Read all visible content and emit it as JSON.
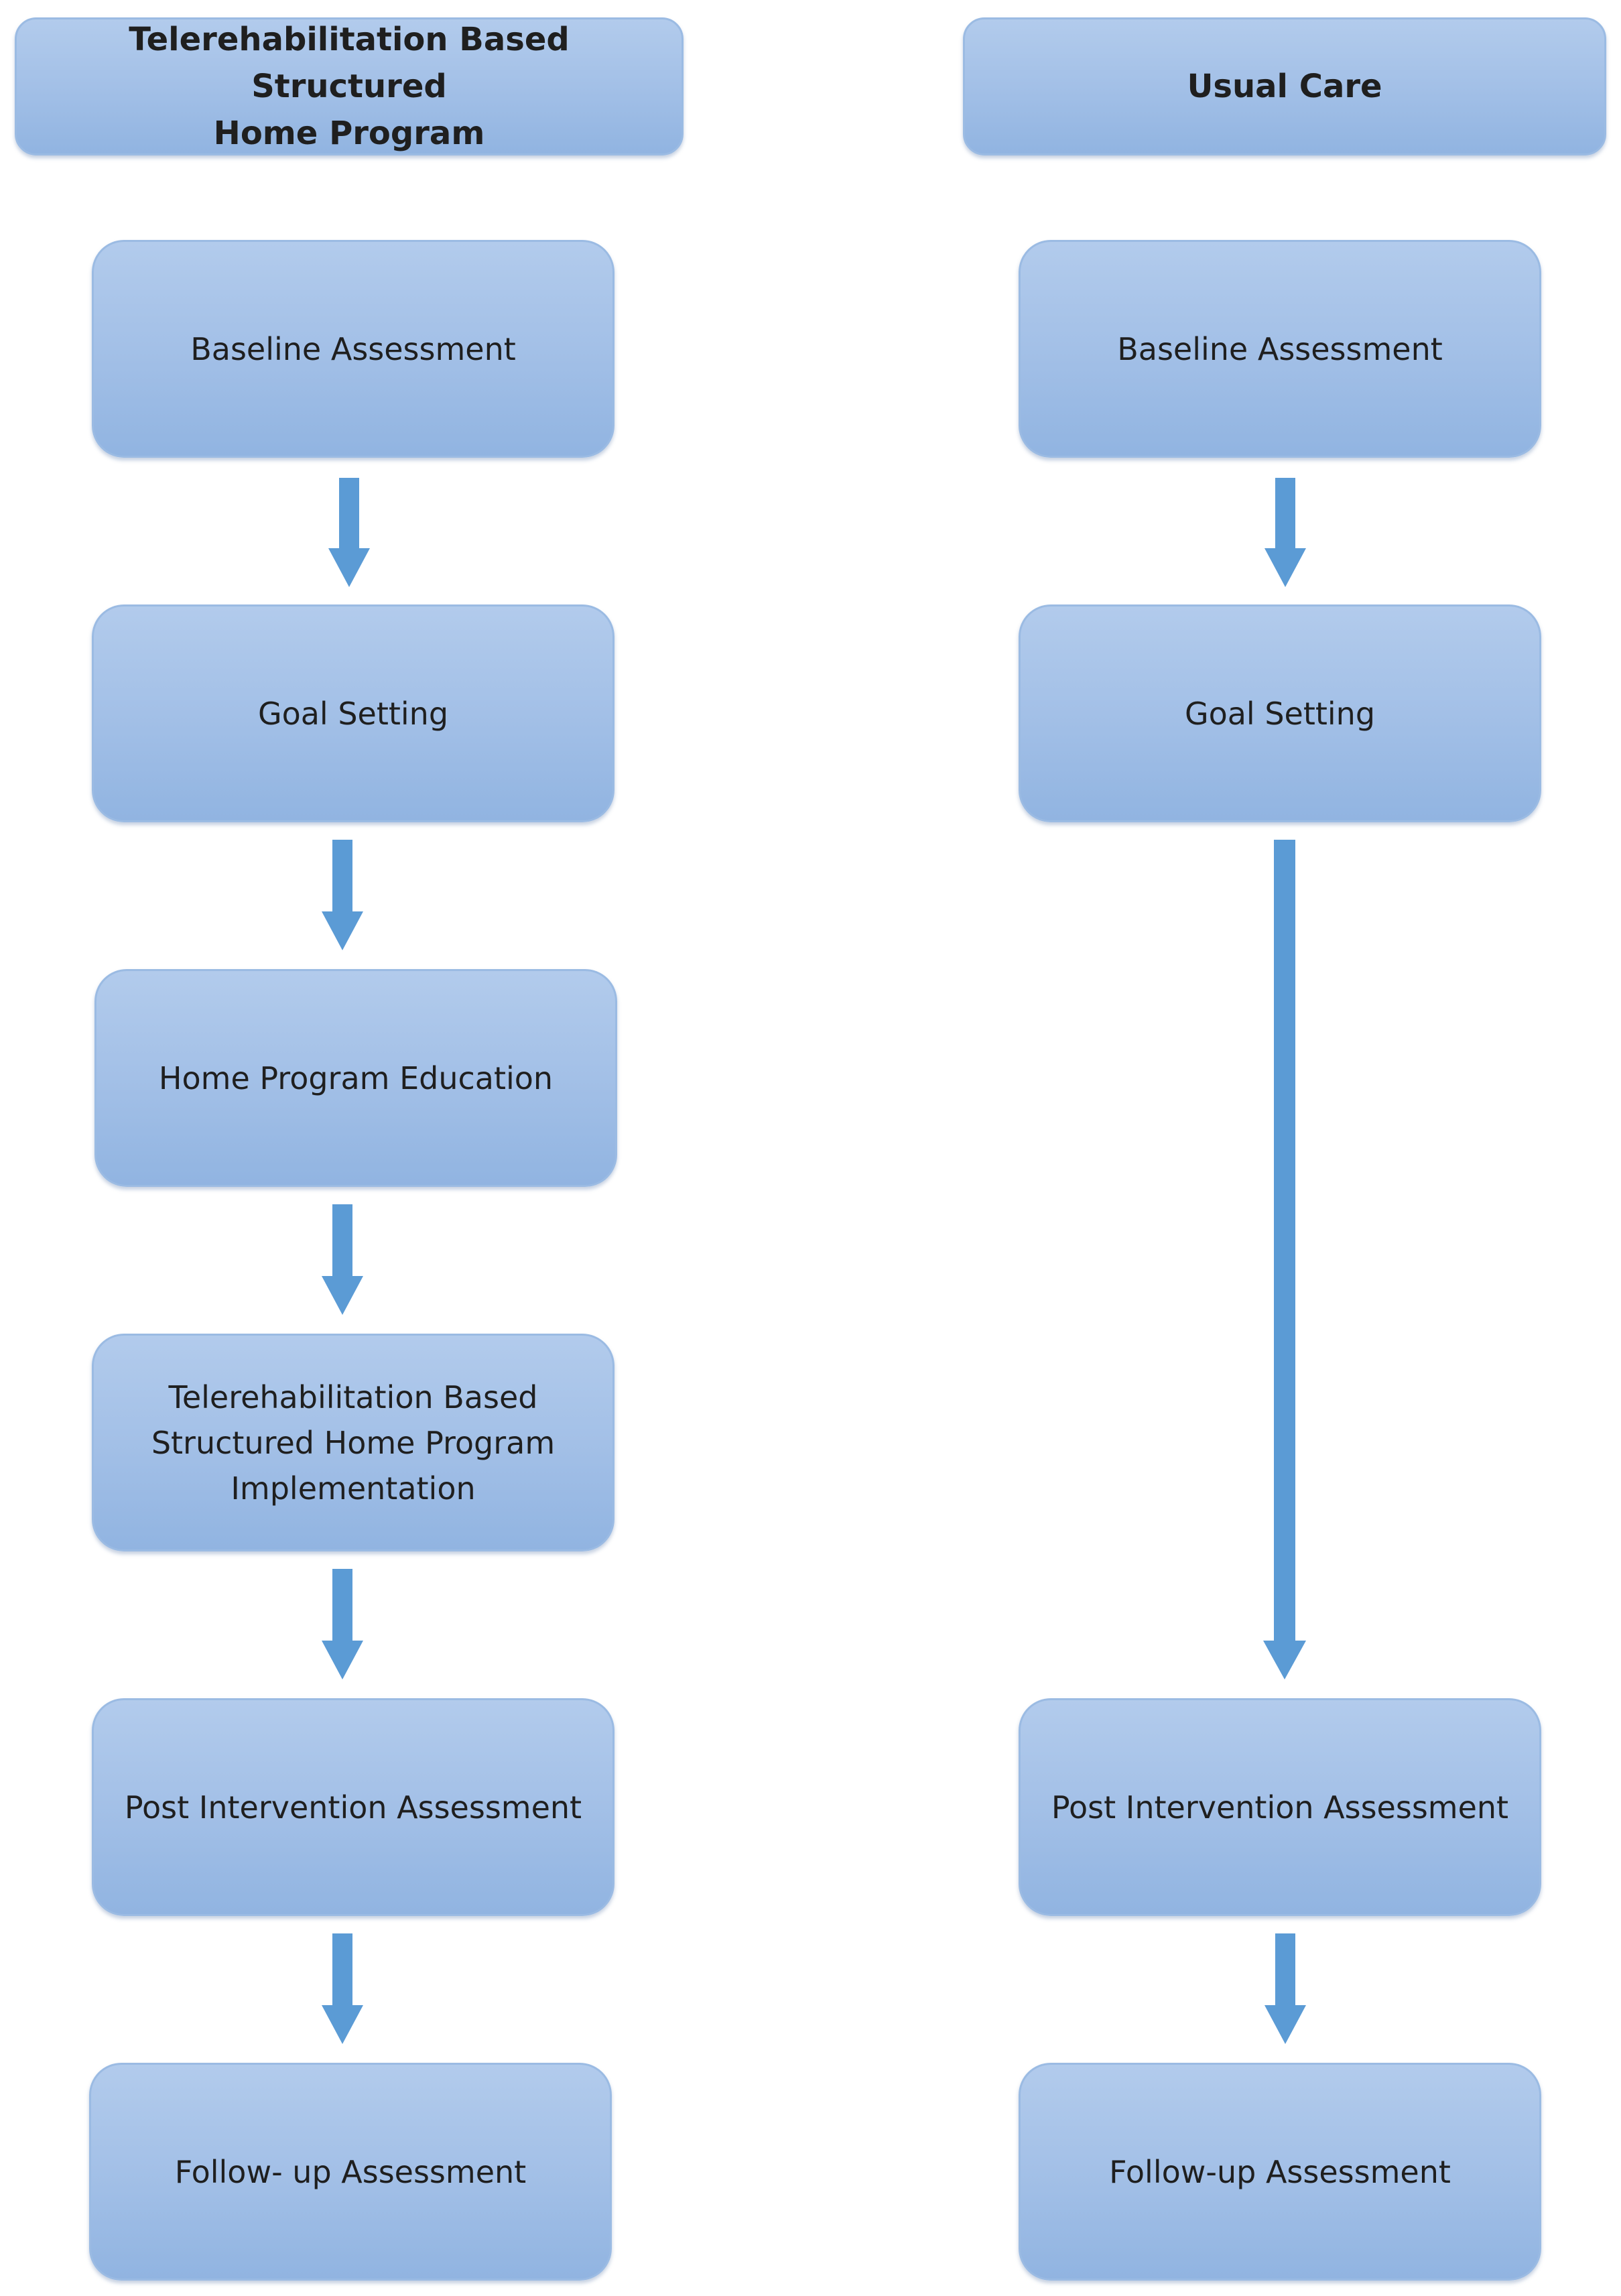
{
  "colors": {
    "box_fill": "#a3c0e7",
    "arrow_fill": "#5b9bd5",
    "text": "#1f1f1f"
  },
  "left_column": {
    "header": "Telerehabilitation Based Structured\nHome Program",
    "steps": [
      "Baseline Assessment",
      "Goal Setting",
      "Home Program Education",
      "Telerehabilitation Based\nStructured Home Program\nImplementation",
      "Post Intervention Assessment",
      "Follow- up Assessment"
    ]
  },
  "right_column": {
    "header": "Usual Care",
    "steps": [
      "Baseline Assessment",
      "Goal Setting",
      "Post Intervention Assessment",
      "Follow-up Assessment"
    ]
  }
}
